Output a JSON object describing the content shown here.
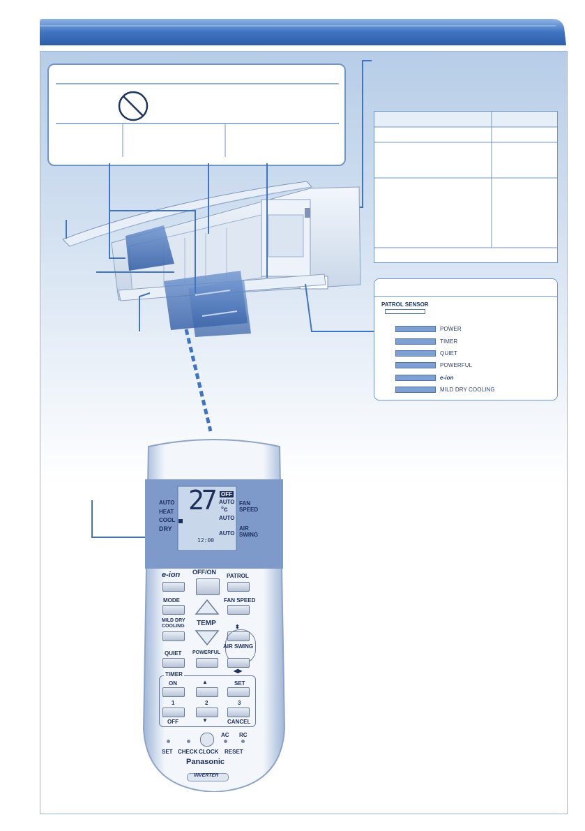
{
  "indicator_panel": {
    "sensor_label": "PATROL SENSOR",
    "items": [
      "POWER",
      "TIMER",
      "QUIET",
      "POWERFUL",
      "e-ion",
      "MILD DRY COOLING"
    ]
  },
  "remote": {
    "lcd": {
      "temp": "27",
      "unit": "°c",
      "off": "OFF",
      "mode_auto": "AUTO",
      "mode_heat": "HEAT",
      "mode_cool": "COOL",
      "mode_dry": "DRY",
      "fan_auto": "AUTO",
      "swing_auto_1": "AUTO",
      "swing_auto_2": "AUTO",
      "fan_speed": "FAN SPEED",
      "air_swing": "AIR SWING",
      "clock": "12:00"
    },
    "buttons": {
      "eion": "e-ion",
      "offon": "OFF/ON",
      "patrol": "PATROL",
      "mode": "MODE",
      "fan_speed": "FAN SPEED",
      "mild_dry": "MILD DRY COOLING",
      "temp": "TEMP",
      "quiet": "QUIET",
      "powerful": "POWERFUL",
      "air_swing": "AIR SWING",
      "timer": "TIMER",
      "on": "ON",
      "set": "SET",
      "one": "1",
      "two": "2",
      "three": "3",
      "off": "OFF",
      "cancel": "CANCEL",
      "ac": "AC",
      "rc": "RC",
      "set2": "SET",
      "check": "CHECK",
      "clock": "CLOCK",
      "reset": "RESET"
    },
    "brand": "Panasonic",
    "inverter": "INVERTER"
  },
  "colors": {
    "header_blue": "#3f74c2",
    "panel_blue": "#c4d6ec",
    "indicator_bar": "#7d9fd1"
  }
}
